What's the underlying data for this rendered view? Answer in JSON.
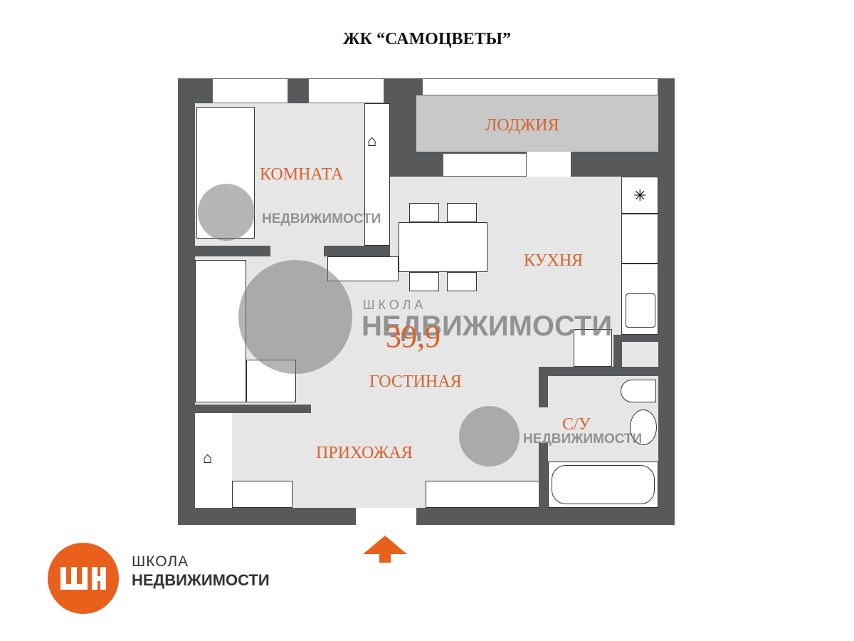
{
  "title": "ЖК “САМОЦВЕТЫ”",
  "rooms": {
    "room": "КОМНАТА",
    "loggia": "ЛОДЖИЯ",
    "kitchen": "КУХНЯ",
    "living": "ГОСТИНАЯ",
    "hallway": "ПРИХОЖАЯ",
    "bathroom": "С/У"
  },
  "area": "39,9",
  "logo": {
    "line1": "ШКОЛА",
    "line2": "НЕДВИЖИМОСТИ",
    "mark": "ШН"
  },
  "colors": {
    "wall": "#58595b",
    "floor": "#e6e6e6",
    "loggia": "#c8c8c8",
    "accent": "#d9622b",
    "logo": "#e8601c"
  },
  "icons": [
    "hanger-icon",
    "hob-icon",
    "sink-icon",
    "toilet-icon",
    "bathtub-icon",
    "entrance-arrow-icon"
  ]
}
